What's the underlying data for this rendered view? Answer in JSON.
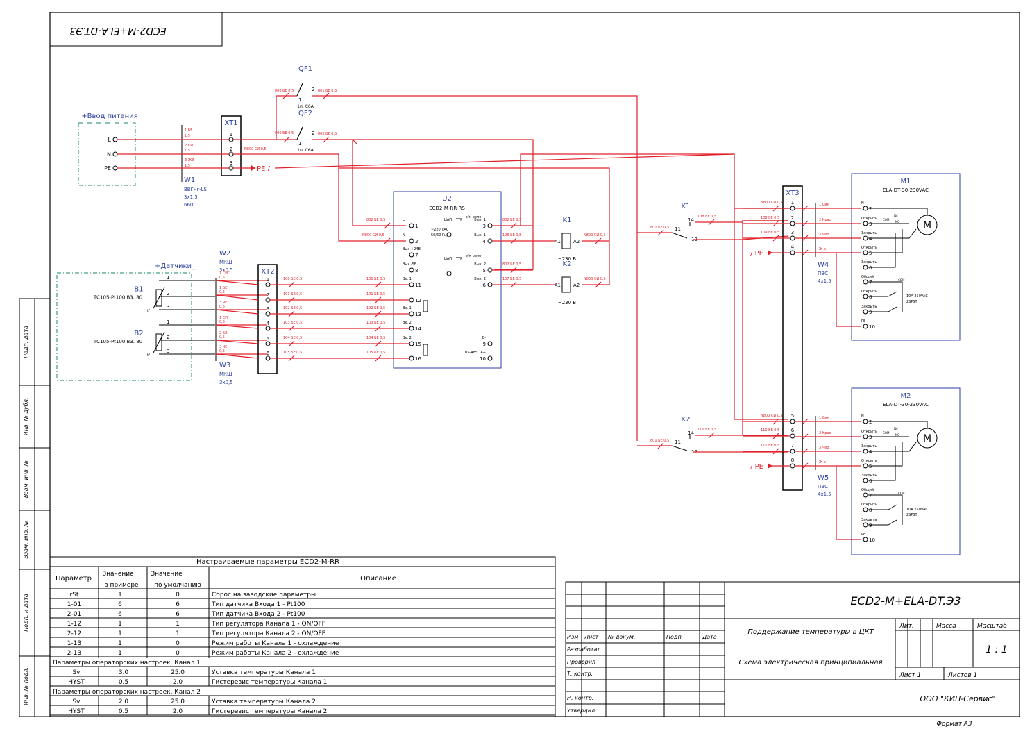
{
  "doc_code": "ECD2-M+ELA-DT.Э3",
  "doc_code_mirrored": "ECD2-M+ELA-DT.Э3",
  "power_input": {
    "title": "+Ввод питания",
    "L": "L",
    "N": "N",
    "PE": "PE"
  },
  "cable_W1": {
    "name": "W1",
    "type": "ВВГнг-LS",
    "size": "3x1,5",
    "len": "660",
    "wires": [
      "1 БЕ",
      "1,5",
      "2 СИ",
      "1,5",
      "3 ЖЗ",
      "1,5"
    ]
  },
  "XT1": {
    "name": "XT1",
    "pins": [
      "1",
      "2",
      "3"
    ],
    "pe_label": "PE"
  },
  "QF1": {
    "name": "QF1",
    "rating": "1п. С6А",
    "p1": "1",
    "p2": "2",
    "w_in": "800 БЕ 0,5",
    "w_out": "801 БЕ 0,5"
  },
  "QF2": {
    "name": "QF2",
    "rating": "1п. С6А",
    "p1": "1",
    "p2": "2",
    "w_in": "800 БЕ 0,5",
    "w_out": "802 БЕ 0,5",
    "w_n": "N800 СИ 0,5"
  },
  "U2": {
    "name": "U2",
    "model": "ECD2-M-RR-RS",
    "L": "L",
    "N": "N",
    "supply": "~220 VAC",
    "freq": "50/60 Гц",
    "out24": "Вых +24В",
    "out5": "Вых -5В",
    "dac": "ЦАП",
    "ttr": "ТТР",
    "relay": "э/м реле",
    "vyh1": "Вых. 1",
    "vyh2": "Вых. 2",
    "vh1": "Вх. 1",
    "vh2": "Вх. 2",
    "b": "B-",
    "a": "A+",
    "rs": "RS-485",
    "pins": [
      "1",
      "2",
      "7",
      "8",
      "11",
      "12",
      "13",
      "14",
      "15",
      "16",
      "3",
      "4",
      "5",
      "6",
      "9",
      "10"
    ],
    "wires_left": [
      "802 БЕ 0,5",
      "N800 СИ 0,5",
      "100 БЕ 0,5",
      "101 БЕ 0,5",
      "102 БЕ 0,5",
      "103 БЕ 0,5",
      "104 БЕ 0,5",
      "105 БЕ 0,5"
    ],
    "wires_right": [
      "802 БЕ 0,5",
      "106 БЕ 0,5",
      "802 БЕ 0,5",
      "107 БЕ 0,5"
    ]
  },
  "K1": {
    "name": "K1",
    "a1": "A1",
    "a2": "A2",
    "volt": "~230 В",
    "w": "N800 СИ 0,5"
  },
  "K2": {
    "name": "K2",
    "a1": "A1",
    "a2": "A2",
    "volt": "~230 В",
    "w": "N800 СИ 0,5"
  },
  "sensors": {
    "title": "+Датчики_",
    "B1": {
      "name": "B1",
      "model": "ТС105-Pt100.В3. 80"
    },
    "B2": {
      "name": "B2",
      "model": "ТС105-Pt100.В3. 80"
    },
    "pins": [
      "1",
      "2",
      "3"
    ],
    "t": "t°"
  },
  "cable_W2": {
    "name": "W2",
    "type": "МКШ",
    "size": "3x0,5",
    "wires": [
      "1 СИ",
      "0,5",
      "1 БЕ",
      "0,5",
      "3 ЧЕ",
      "0,5"
    ]
  },
  "cable_W3": {
    "name": "W3",
    "type": "МКШ",
    "size": "3x0,5",
    "wires": [
      "1 СИ",
      "0,5",
      "2 БЕ",
      "0,5",
      "3 ЧЕ",
      "0,5"
    ]
  },
  "XT2": {
    "name": "XT2",
    "pins": [
      "1",
      "2",
      "3",
      "4",
      "5",
      "6"
    ],
    "wires": [
      "100 БЕ 0,5",
      "101 БЕ 0,5",
      "102 БЕ 0,5",
      "103 БЕ 0,5",
      "104 БЕ 0,5",
      "105 БЕ 0,5"
    ]
  },
  "K1_contact": {
    "name": "K1",
    "p14": "14",
    "p11": "11",
    "p12": "12",
    "w14": "108 БЕ 0,5",
    "w11": "801 БЕ 0,5"
  },
  "K2_contact": {
    "name": "K2",
    "p14": "14",
    "p11": "11",
    "p12": "12",
    "w14": "110 БЕ 0,5",
    "w11": "801 БЕ 0,5",
    "w12": "111 БЕ 0,5"
  },
  "XT3": {
    "name": "XT3",
    "pins": [
      "1",
      "2",
      "3",
      "4",
      "5",
      "6",
      "7",
      "8"
    ],
    "wires_l": [
      "N800 СИ 0,5",
      "108 БЕ 0,5",
      "109 БЕ 0,5",
      "N800 СИ 0,5",
      "110 БЕ 0,5",
      "111 БЕ 0,5"
    ],
    "pe": "/ PE"
  },
  "cable_W4": {
    "name": "W4",
    "type": "ПВС",
    "size": "4x1,5",
    "wires": [
      "1 Син",
      "2 Крас",
      "3 Чер",
      "Ж-з"
    ]
  },
  "cable_W5": {
    "name": "W5",
    "type": "ПВС",
    "size": "4x1,5",
    "wires": [
      "1 Син",
      "2 Крас",
      "3 Чер",
      "Ж-з"
    ]
  },
  "M1": {
    "name": "M1",
    "model": "ELA-DT-30-230VAC",
    "motor": "M",
    "terms": [
      [
        "N",
        "2"
      ],
      [
        "Открыть",
        "3"
      ],
      [
        "Закрыть",
        "4"
      ],
      [
        "Открыть",
        "5"
      ],
      [
        "Закрыть",
        "6"
      ],
      [
        "Общий",
        "7"
      ],
      [
        "Открыть",
        "8"
      ],
      [
        "Закрыть",
        "9"
      ],
      [
        "PE",
        "10"
      ]
    ],
    "relay": "10A 250VAC",
    "relay2": "2SPST",
    "com": "COM",
    "nc": "NC",
    "no": "NO"
  },
  "M2": {
    "name": "M2",
    "model": "ELA-DT-30-230VAC",
    "motor": "M",
    "terms": [
      [
        "N",
        "2"
      ],
      [
        "Открыть",
        "3"
      ],
      [
        "Закрыть",
        "4"
      ],
      [
        "Открыть",
        "5"
      ],
      [
        "Закрыть",
        "6"
      ],
      [
        "Общий",
        "7"
      ],
      [
        "Открыть",
        "8"
      ],
      [
        "Закрыть",
        "9"
      ],
      [
        "PE",
        "10"
      ]
    ],
    "relay": "10A 250VAC",
    "relay2": "2SPST",
    "com": "COM",
    "nc": "NC",
    "no": "NO"
  },
  "param_table": {
    "title": "Настраиваемые параметры ECD2-M-RR",
    "headers": [
      "Параметр",
      "Значение в примере",
      "Значение по умолчанию",
      "Описание"
    ],
    "rows": [
      [
        "rSt",
        "1",
        "0",
        "Сброс на заводские параметры"
      ],
      [
        "1-01",
        "6",
        "6",
        "Тип датчика Входа 1 - Pt100"
      ],
      [
        "2-01",
        "6",
        "6",
        "Тип датчика Входа 2 - Pt100"
      ],
      [
        "1-12",
        "1",
        "1",
        "Тип регулятора Канала 1 - ON/OFF"
      ],
      [
        "2-12",
        "1",
        "1",
        "Тип регулятора Канала 2 - ON/OFF"
      ],
      [
        "1-13",
        "1",
        "0",
        "Режим работы Канала 1 - охлаждение"
      ],
      [
        "2-13",
        "1",
        "0",
        "Режим работы Канала 2 - охлаждение"
      ]
    ],
    "sec1": "Параметры операторских настроек. Канал 1",
    "sec1_rows": [
      [
        "Sv",
        "3.0",
        "25.0",
        "Уставка температуры Канала 1"
      ],
      [
        "HYST",
        "0.5",
        "2.0",
        "Гистерезис температуры Канала 1"
      ]
    ],
    "sec2": "Параметры операторских настроек. Канал 2",
    "sec2_rows": [
      [
        "Sv",
        "2.0",
        "25.0",
        "Уставка температуры Канала 2"
      ],
      [
        "HYST",
        "0.5",
        "2.0",
        "Гистерезис температуры Канала 2"
      ]
    ]
  },
  "side_stamp": [
    "Подп. дата",
    "Инв. № дубл.",
    "Взам. инв. №",
    "Взам. инв. №",
    "Подп. и дата",
    "Инв. № подл."
  ],
  "title_block": {
    "code": "ECD2-M+ELA-DT.Э3",
    "col_heads": [
      "Изм",
      "Лист",
      "№ докум.",
      "Подп.",
      "Дата"
    ],
    "roles": [
      "Разработал",
      "Проверил",
      "Т. контр.",
      "Н. контр.",
      "Утвердил"
    ],
    "name1": "Поддержание температуры в ЦКТ",
    "name2": "Схема электрическая принципиальная",
    "lit": "Лит.",
    "mass": "Масса",
    "scale": "Масштаб",
    "scale_val": "1 : 1",
    "sheet": "Лист 1",
    "sheets": "Листов 1",
    "org": "ООО \"КИП-Сервис\"",
    "format": "Формат  А3"
  }
}
